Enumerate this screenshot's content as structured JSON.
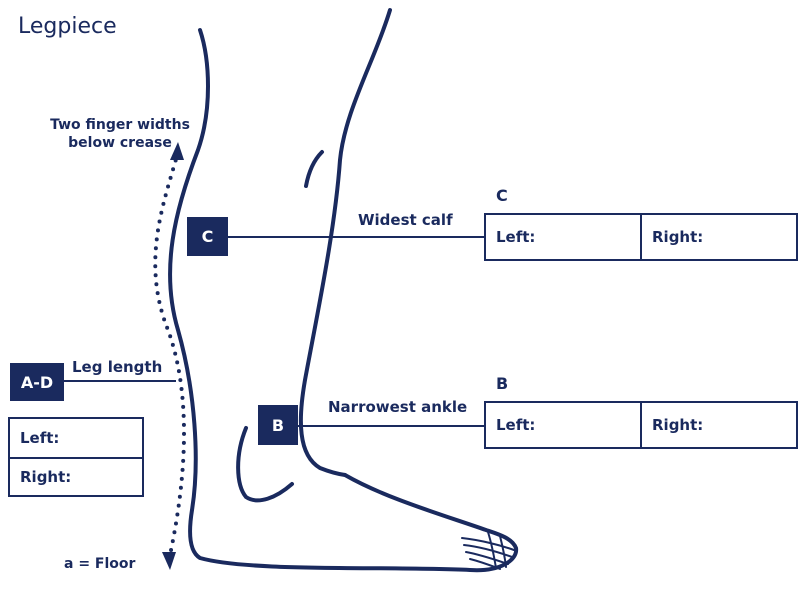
{
  "title": "Legpiece",
  "colors": {
    "ink": "#1a2a5e",
    "background": "#ffffff"
  },
  "top_note": "Two finger widths below crease",
  "floor_note": "a = Floor",
  "ad": {
    "tag": "A-D",
    "label": "Leg length",
    "left": "Left:",
    "right": "Right:"
  },
  "c": {
    "tag": "C",
    "label": "Widest calf",
    "header": "C",
    "left": "Left:",
    "right": "Right:"
  },
  "b": {
    "tag": "B",
    "label": "Narrowest ankle",
    "header": "B",
    "left": "Left:",
    "right": "Right:"
  }
}
